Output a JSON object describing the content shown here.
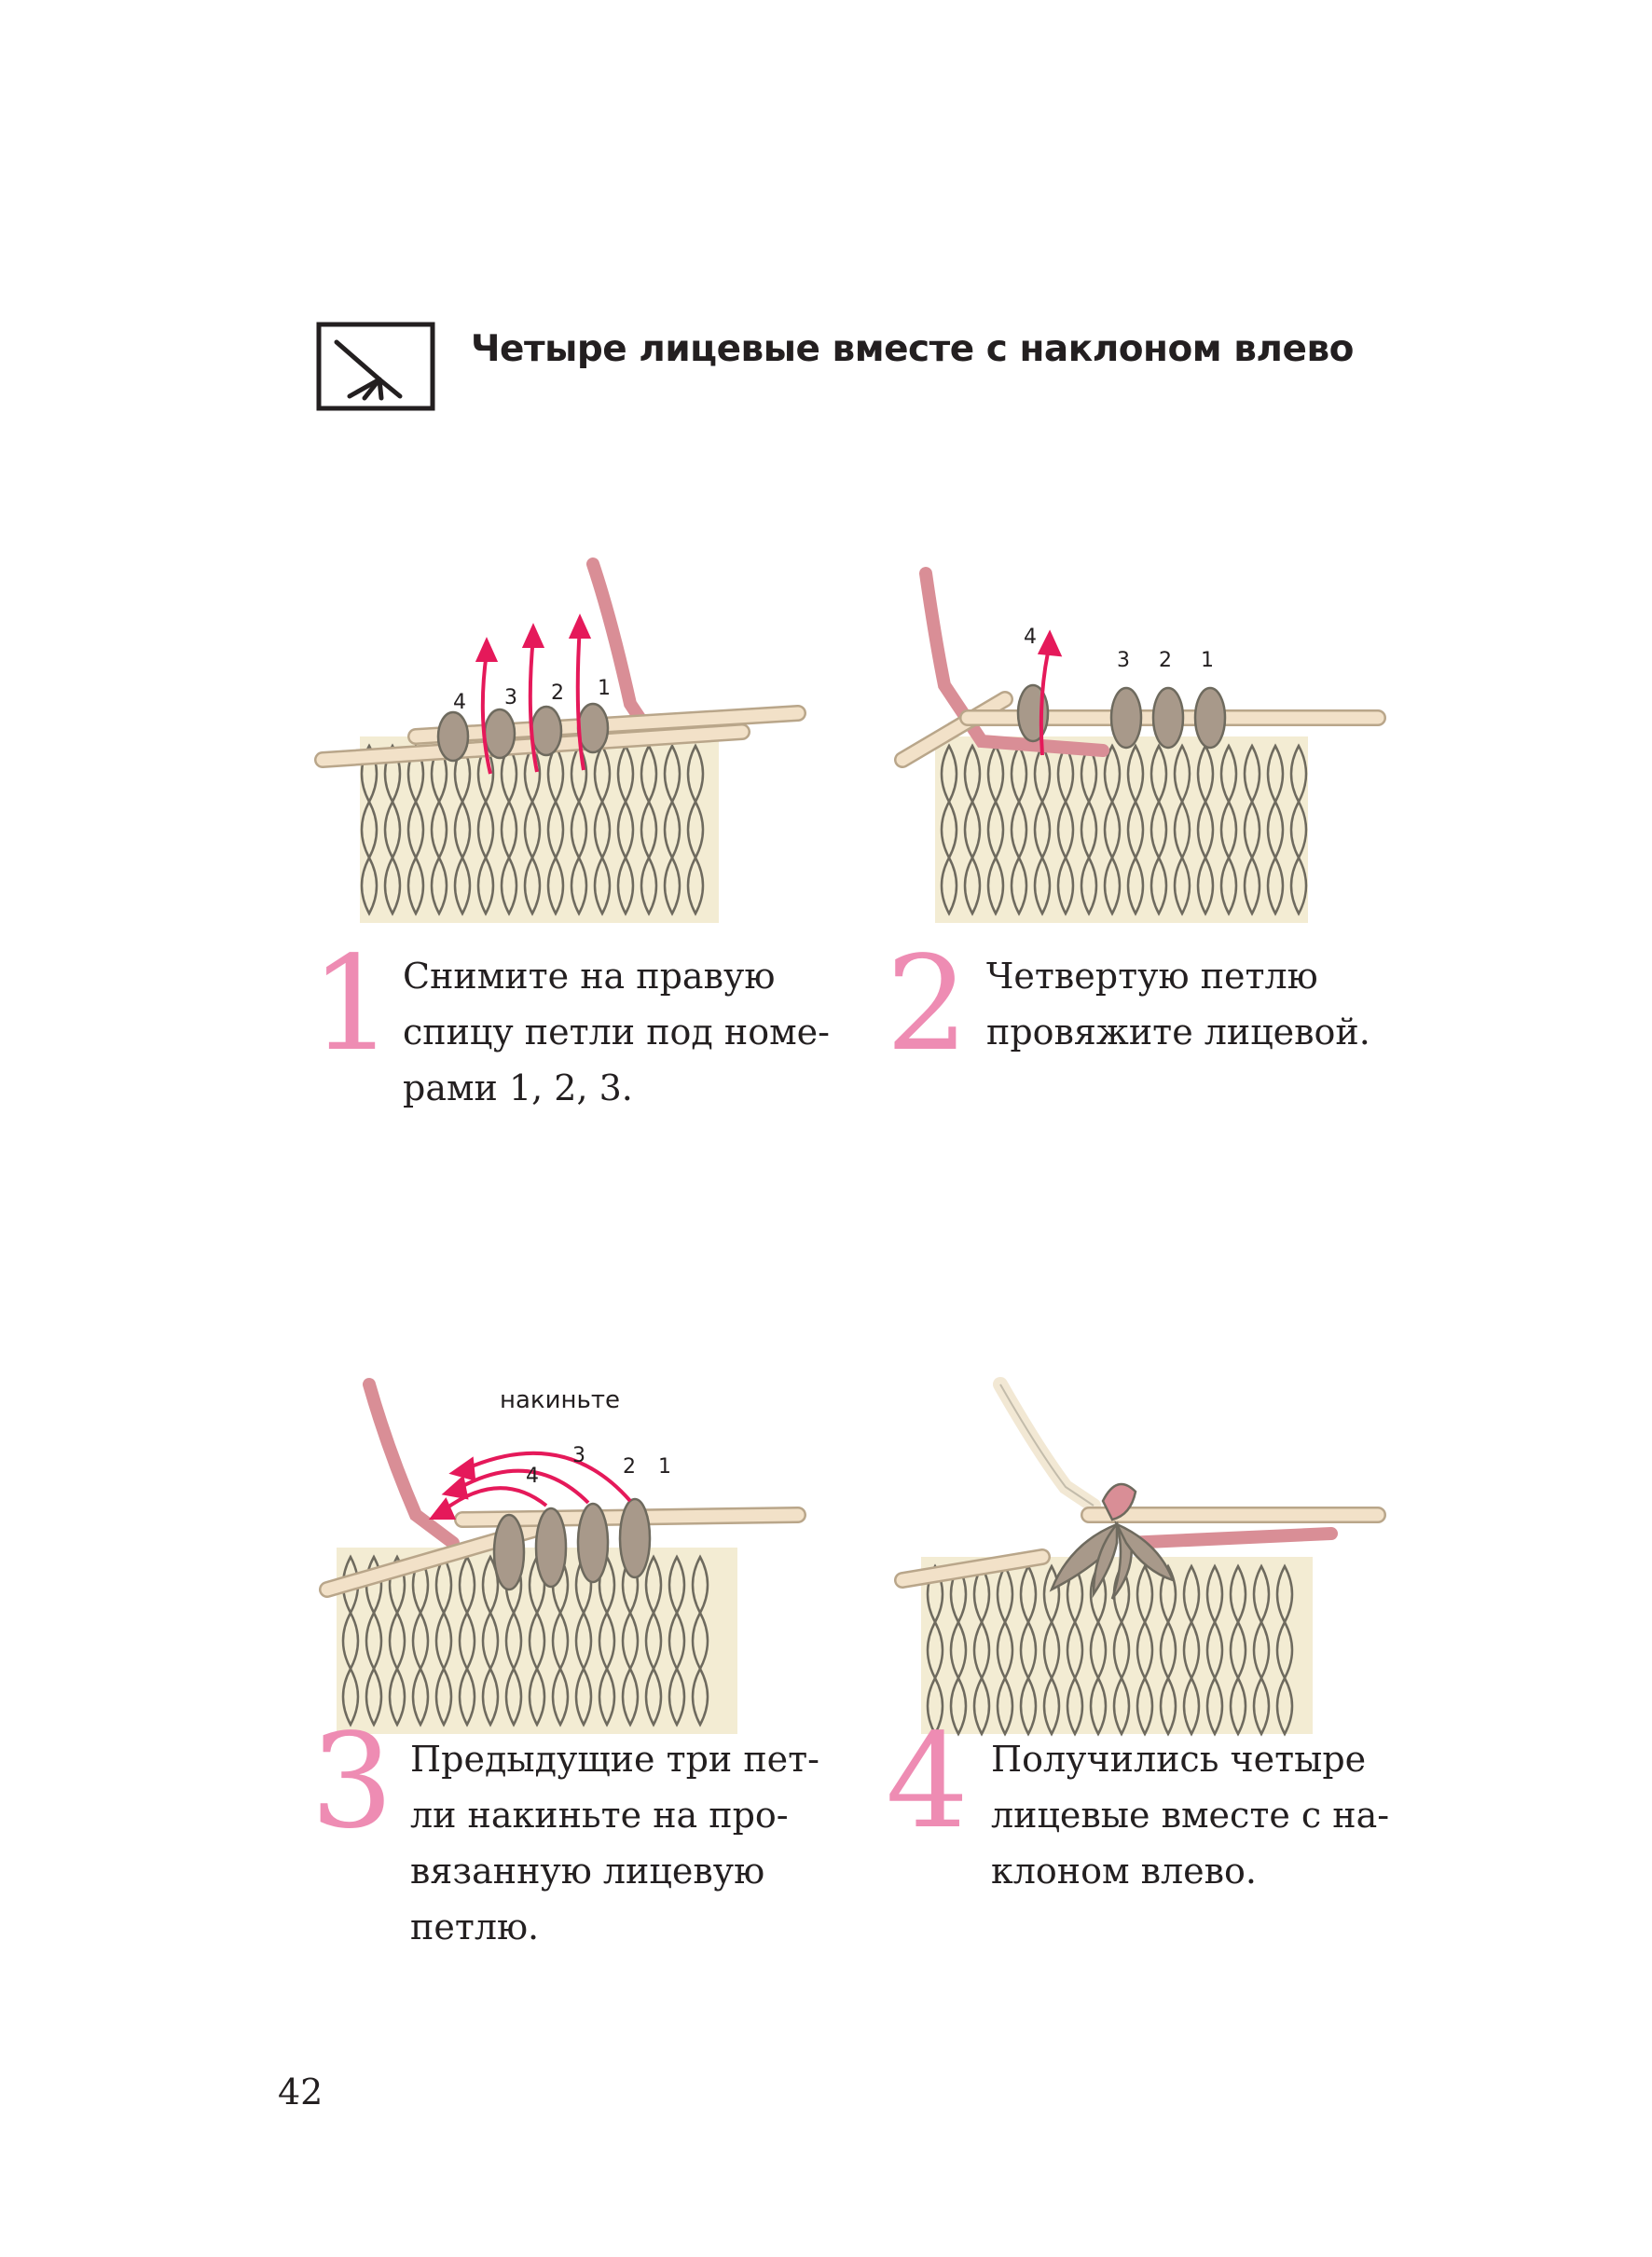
{
  "header": {
    "symbol_name": "four-knit-together-left-slant-symbol",
    "title": "Четыре лицевые вместе с наклоном влево"
  },
  "steps": [
    {
      "number": "1",
      "text": "Снимите на правую\nспицу петли под номе-\nрами 1, 2, 3.",
      "loop_labels": [
        "4",
        "3",
        "2",
        "1"
      ]
    },
    {
      "number": "2",
      "text": "Четвертую петлю\nпровяжите лицевой.",
      "loop_labels": [
        "4",
        "3",
        "2",
        "1"
      ]
    },
    {
      "number": "3",
      "text": "Предыдущие три пет-\nли накиньте на про-\nвязанную лицевую\nпетлю.",
      "loop_labels": [
        "4",
        "3",
        "2",
        "1"
      ],
      "annotation": "накиньте"
    },
    {
      "number": "4",
      "text": "Получились четыре\nлицевые вместе с на-\nклоном влево."
    }
  ],
  "colors": {
    "step_number": "#ee8cb3",
    "knit_fabric": "#f3ecd3",
    "knit_outline": "#6e6a5e",
    "worked_loops": "#a8998a",
    "working_yarn": "#d98e96",
    "needle": "#f2e1c8",
    "arrows": "#e5195a"
  },
  "page": {
    "number": "42"
  }
}
